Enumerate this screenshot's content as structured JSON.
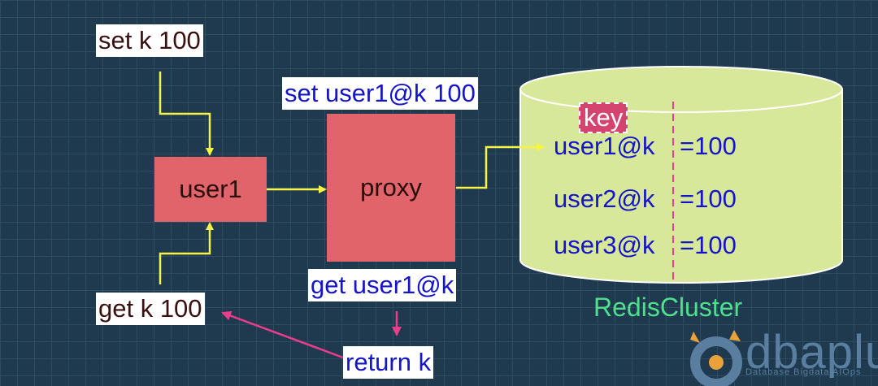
{
  "commands": {
    "set_cmd": "set k 100",
    "get_cmd": "get k 100",
    "proxy_set": "set user1@k 100",
    "proxy_get": "get user1@k",
    "return_label": "return k"
  },
  "nodes": {
    "user": "user1",
    "proxy": "proxy"
  },
  "redis": {
    "title": "RedisCluster",
    "key_tag": "key",
    "rows": [
      {
        "key": "user1@k",
        "value": "=100"
      },
      {
        "key": "user2@k",
        "value": "=100"
      },
      {
        "key": "user3@k",
        "value": "=100"
      }
    ]
  },
  "logo": {
    "name": "dbaplus",
    "tagline": "Database  Bigdata  AIOps"
  },
  "colors": {
    "background": "#1f3a4e",
    "node_fill": "#e0646a",
    "cylinder_fill": "#d8e89a",
    "arrow_yellow": "#f6f24a",
    "arrow_pink": "#ec3c8c",
    "key_text": "#1414c8",
    "caption": "#4ee08c"
  }
}
